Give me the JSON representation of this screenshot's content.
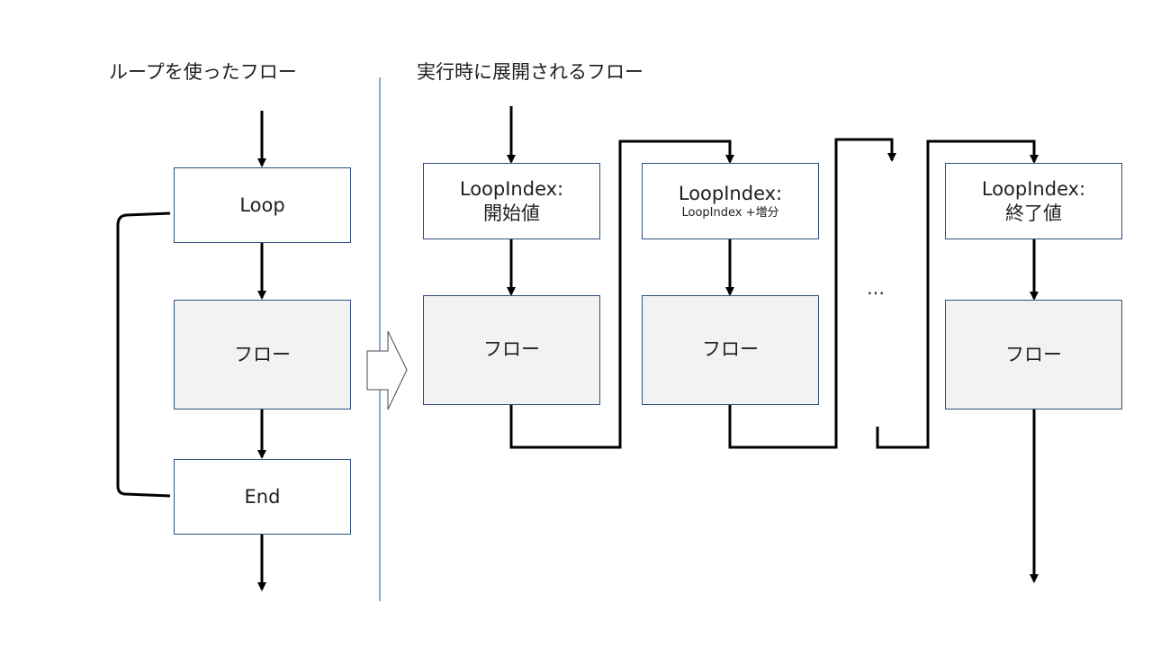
{
  "headings": {
    "loop_flow": "ループを使ったフロー",
    "expanded_flow": "実行時に展開されるフロー"
  },
  "left": {
    "loop_label": "Loop",
    "flow_label": "フロー",
    "end_label": "End"
  },
  "right": {
    "step1": {
      "index_label": "LoopIndex:",
      "index_value": "開始値",
      "flow_label": "フロー"
    },
    "step2": {
      "index_label": "LoopIndex:",
      "index_value": "LoopIndex +増分",
      "flow_label": "フロー"
    },
    "step3": {
      "index_label": "LoopIndex:",
      "index_value": "終了値",
      "flow_label": "フロー"
    },
    "ellipsis": "…"
  },
  "colors": {
    "box_border": "#2f4f7f",
    "flow_fill": "#f2f2f2",
    "divider": "#4a6bc8",
    "arrow": "#000000"
  }
}
